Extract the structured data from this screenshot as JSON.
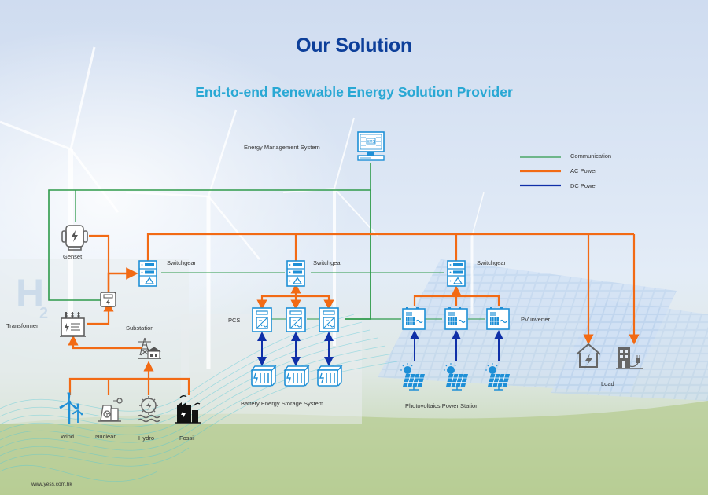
{
  "page": {
    "title": "Our Solution",
    "subtitle": "End-to-end Renewable Energy Solution Provider",
    "footer_url": "www.yess.com.hk"
  },
  "legend": [
    {
      "label": "Communication",
      "color": "#2e9a4a"
    },
    {
      "label": "AC Power",
      "color": "#f26a14"
    },
    {
      "label": "DC Power",
      "color": "#0f2fa8"
    }
  ],
  "colors": {
    "title": "#0d3f9a",
    "subtitle": "#29a8d4",
    "icon_blue": "#1e8fd6",
    "icon_gray": "#666666",
    "communication": "#2e9a4a",
    "ac_power": "#f26a14",
    "dc_power": "#0f2fa8"
  },
  "labels": {
    "ems": "Energy Management System",
    "genset": "Genset",
    "transformer": "Transformer",
    "substation": "Substation",
    "switchgear_1": "Switchgear",
    "switchgear_2": "Switchgear",
    "switchgear_3": "Switchgear",
    "pcs": "PCS",
    "pv_inverter": "PV inverter",
    "bess": "Battery Energy Storage System",
    "pv_station": "Photovoltaics Power Station",
    "load": "Load",
    "wind": "Wind",
    "nuclear": "Nuclear",
    "hydro": "Hydro",
    "fossil": "Fossil"
  },
  "icons": {
    "ems": "monitor-ems-icon",
    "genset": "generator-icon",
    "meter": "electric-meter-icon",
    "transformer": "transformer-icon",
    "substation": "substation-tower-icon",
    "switchgear": "switchgear-cabinet-icon",
    "pcs": "power-conversion-icon",
    "battery": "battery-container-icon",
    "pv_inverter": "pv-inverter-icon",
    "solar_panel": "solar-panel-icon",
    "house": "house-power-icon",
    "building": "building-plug-icon",
    "wind": "wind-turbine-icon",
    "nuclear": "nuclear-plant-icon",
    "hydro": "hydro-plant-icon",
    "fossil": "fossil-plant-icon"
  },
  "ems_badge": "EMS"
}
